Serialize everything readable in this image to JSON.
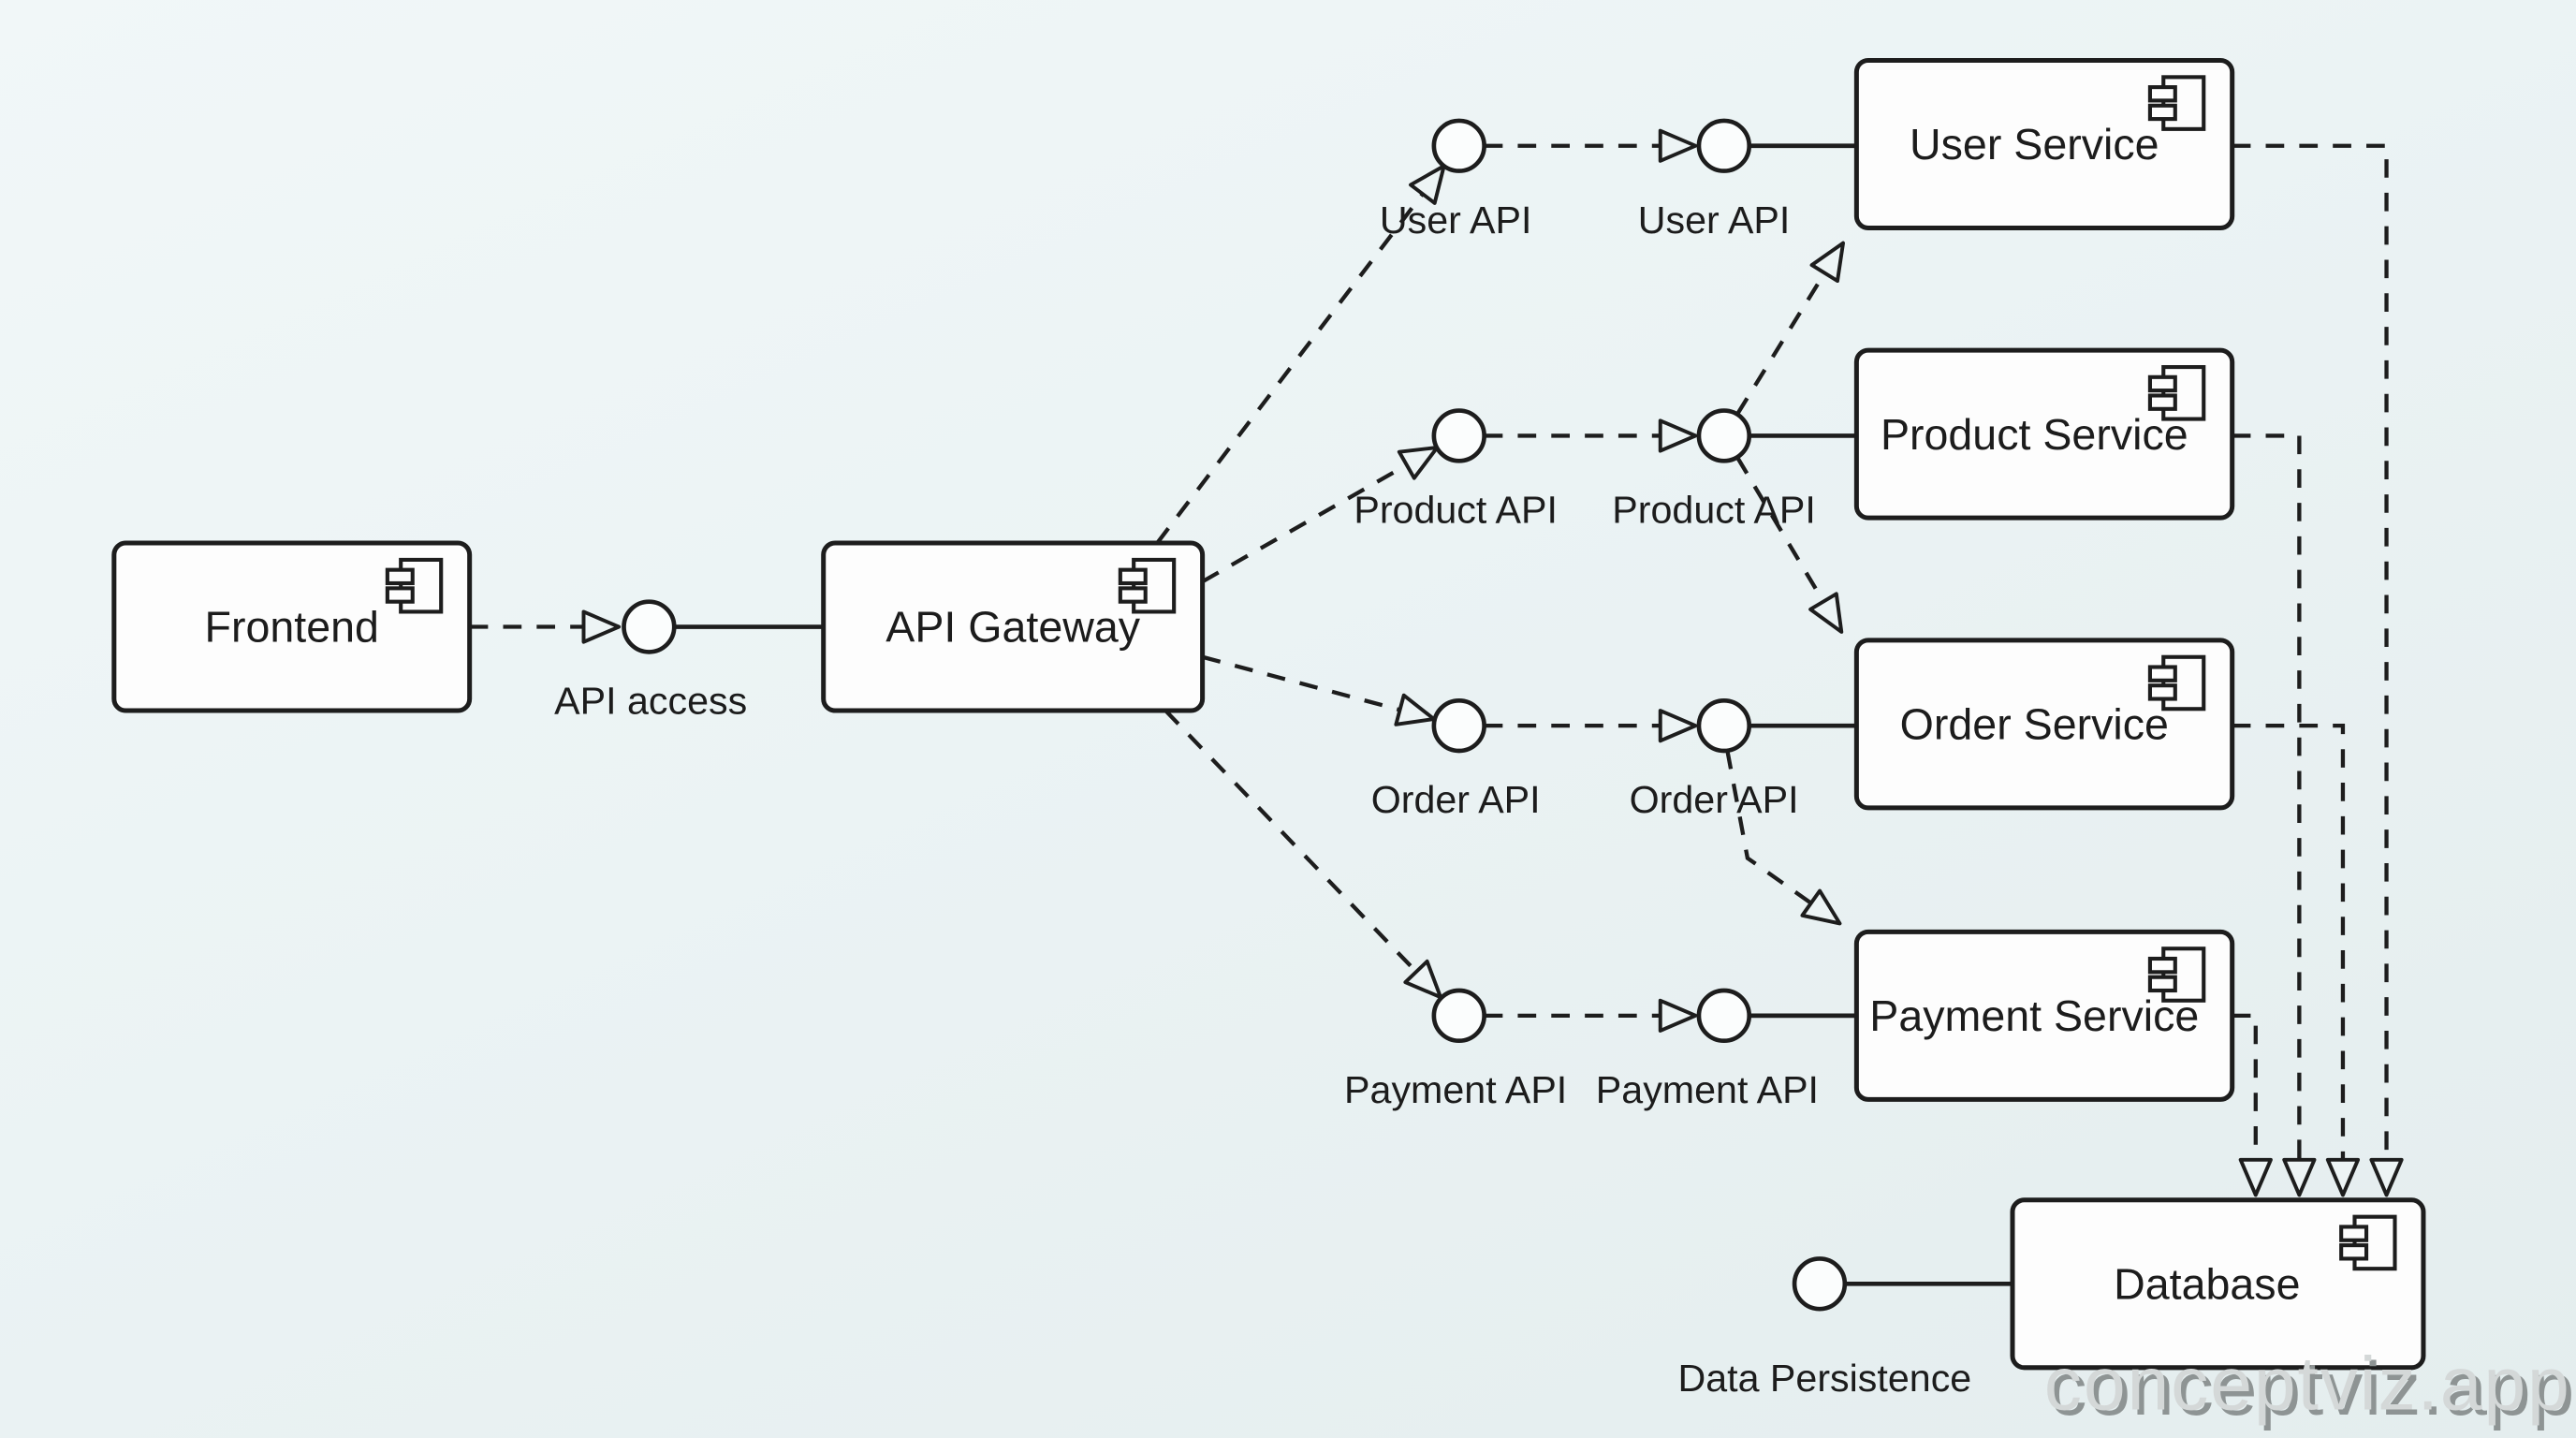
{
  "watermark": "conceptviz.app",
  "components": {
    "frontend": "Frontend",
    "gateway": "API Gateway",
    "user": "User Service",
    "product": "Product Service",
    "order": "Order Service",
    "payment": "Payment Service",
    "database": "Database"
  },
  "interfaces": {
    "api_access": "API access",
    "user_required": "User API",
    "user_provided": "User API",
    "product_required": "Product API",
    "product_provided": "Product API",
    "order_required": "Order API",
    "order_provided": "Order API",
    "payment_required": "Payment API",
    "payment_provided": "Payment API",
    "data_persistence": "Data Persistence"
  },
  "colors": {
    "background": "#ebf3f4",
    "stroke": "#1d1d1d",
    "component_fill": "#fdfdfd",
    "watermark_fill": "#d4d8d8",
    "watermark_shadow": "#8e9494"
  }
}
